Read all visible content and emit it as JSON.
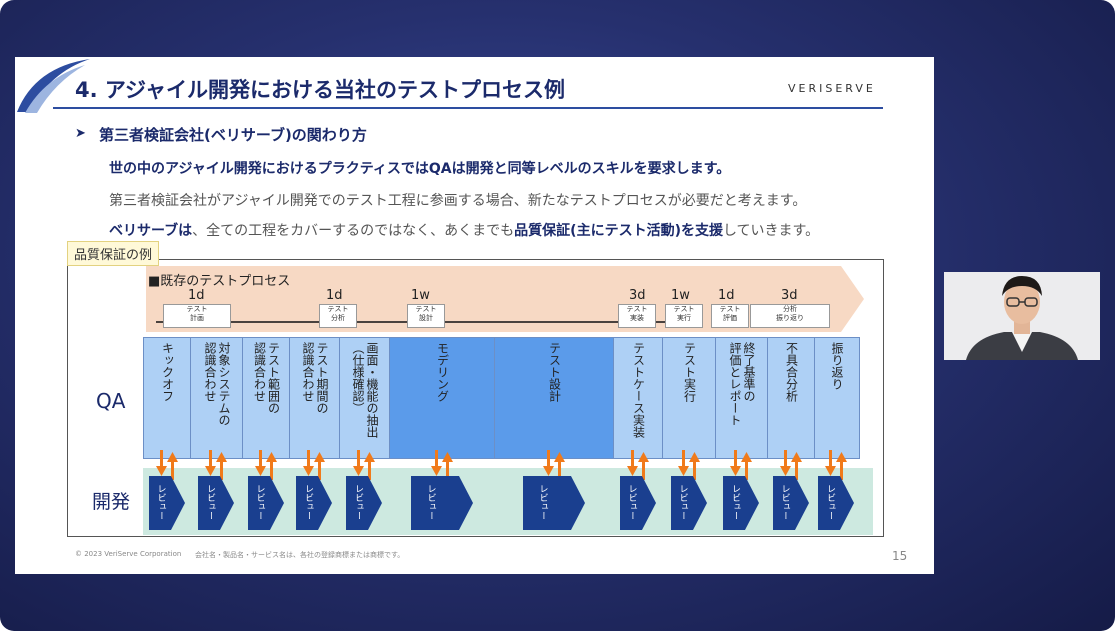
{
  "slide": {
    "title": "4. アジャイル開発における当社のテストプロセス例",
    "brand": "VERISERVE",
    "subtitle": "第三者検証会社(ベリサーブ)の関わり方",
    "bullet_glyph": "➤",
    "line1": "世の中のアジャイル開発におけるプラクティスではQAは開発と同等レベルのスキルを要求します。",
    "line2": "第三者検証会社がアジャイル開発でのテスト工程に参画する場合、新たなテストプロセスが必要だと考えます。",
    "line3_a": "ベリサーブは",
    "line3_b": "、全ての工程をカバーするのではなく、あくまでも",
    "line3_c": "品質保証(主にテスト活動)を支援",
    "line3_d": "していきます。",
    "example_label": "品質保証の例",
    "footer_copyright": "© 2023 VeriServe Corporation",
    "footer_note": "会社名・製品名・サービス名は、各社の登録商標または商標です。",
    "page_number": "15"
  },
  "diagram": {
    "process_title": "■既存のテストプロセス",
    "durations": [
      "1d",
      "1d",
      "1w",
      "3d",
      "1w",
      "1d",
      "3d"
    ],
    "steps": [
      "テスト\n計画",
      "テスト\n分析",
      "テスト\n設計",
      "テスト\n実装",
      "テスト\n実行",
      "テスト\n評価",
      "分析\n振り返り"
    ],
    "qa_label": "QA",
    "dev_label": "開発",
    "qa_columns": [
      "キックオフ",
      "対象システムの\n認識合わせ",
      "テスト範囲の\n認識合わせ",
      "テスト期間の\n認識合わせ",
      "画面・機能の抽出\n（仕様確認）",
      "モデリング",
      "テスト設計",
      "テストケース実装",
      "テスト実行",
      "終了基準の\n評価とレポート",
      "不具合分析",
      "振り返り"
    ],
    "review_label": "レビュー",
    "colors": {
      "qa_light": "#aed0f5",
      "qa_dark": "#5b9bea",
      "review": "#1a3f8f",
      "arrow": "#f07a1a",
      "dev_band": "#cde9e0",
      "process_band": "#f7d9c4"
    }
  }
}
